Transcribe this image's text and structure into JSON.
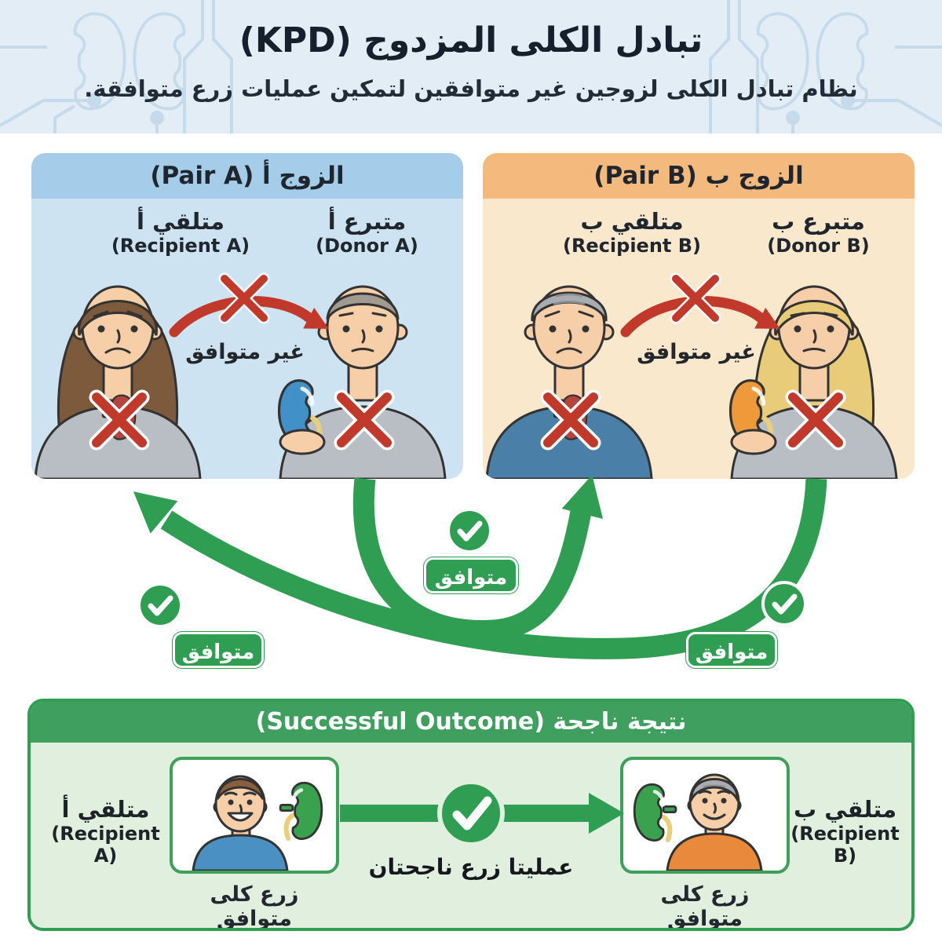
{
  "header": {
    "title": "تبادل الكلى المزدوج (KPD)",
    "subtitle": "نظام تبادل الكلى لزوجين غير متوافقين لتمكين عمليات زرع متوافقة."
  },
  "pair_a": {
    "title": "الزوج أ (Pair A)",
    "recipient_ar": "متلقي أ",
    "recipient_en": "(Recipient A)",
    "donor_ar": "متبرع أ",
    "donor_en": "(Donor A)",
    "incompatible": "غير متوافق"
  },
  "pair_b": {
    "title": "الزوج ب (Pair B)",
    "recipient_ar": "متلقي ب",
    "recipient_en": "(Recipient B)",
    "donor_ar": "متبرع ب",
    "donor_en": "(Donor B)",
    "incompatible": "غير متوافق"
  },
  "exchange": {
    "label_left": "متوافق",
    "label_center": "متوافق",
    "label_right": "متوافق"
  },
  "outcome": {
    "title": "نتيجة ناجحة (Successful Outcome)",
    "recipient_a_ar": "متلقي أ",
    "recipient_a_en": "(Recipient A)",
    "recipient_b_ar": "متلقي ب",
    "recipient_b_en": "(Recipient B)",
    "caption_a": "زرع كلى متوافق",
    "caption_b": "زرع كلى متوافق",
    "caption_center": "عمليتا زرع ناجحتان"
  },
  "colors": {
    "green": "#2f9e52",
    "red": "#c0392b",
    "header_bg": "#e3edf6",
    "pair_a_header": "#a5cce9",
    "pair_a_body": "#cde3f2",
    "pair_b_header": "#f4ba7d",
    "pair_b_body": "#fae8cd",
    "outcome_header": "#3f9f5f",
    "outcome_body": "#e1efdf",
    "kidney_blue": "#4190c8",
    "kidney_orange": "#ef9a3a",
    "kidney_green": "#3aa14e",
    "kidney_red": "#b5443e"
  }
}
